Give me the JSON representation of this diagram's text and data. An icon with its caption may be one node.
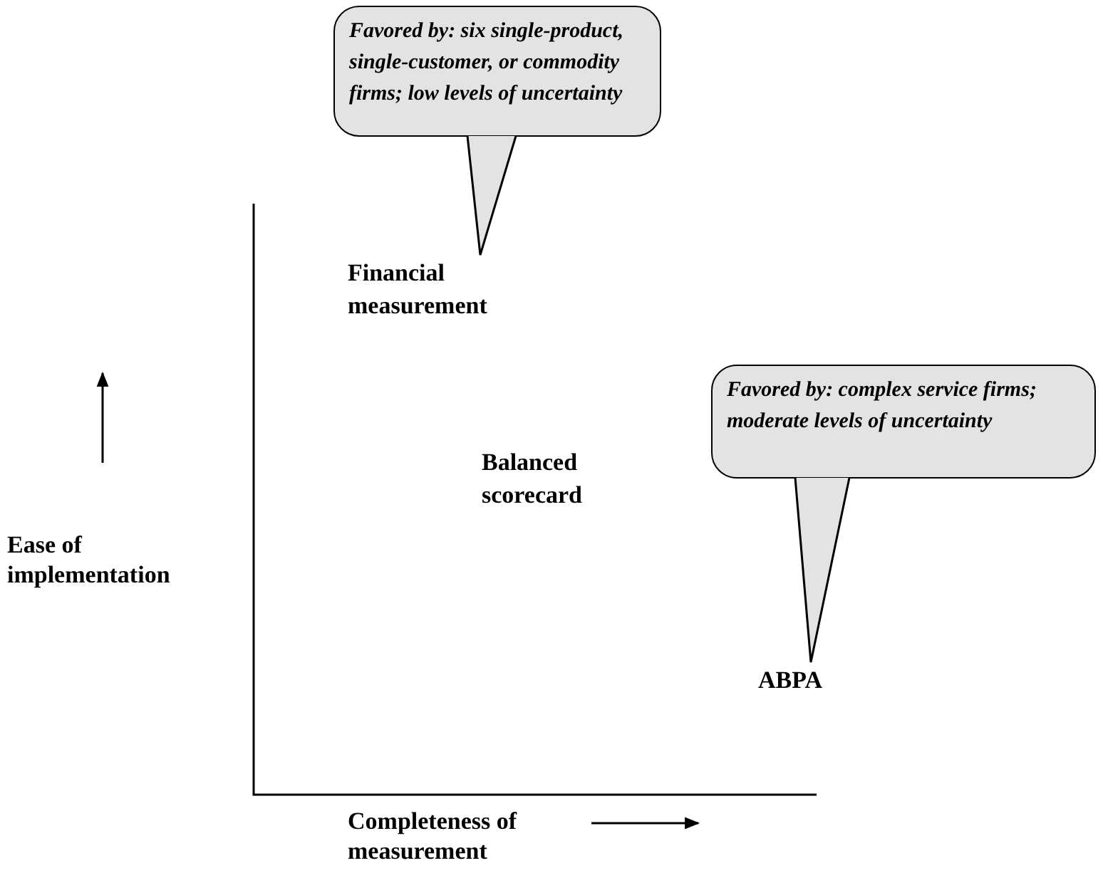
{
  "diagram": {
    "nodes": [
      {
        "text": [
          "Favored by: six single-product, single-customer, or commodity firms; low levels of uncertainty"
        ]
      },
      {
        "text": [
          "Financial measurement"
        ]
      },
      {
        "text": [
          "Favored by: complex service firms; moderate levels of uncertainty"
        ]
      },
      {
        "text": [
          "Balanced scorecard"
        ]
      },
      {
        "text": [
          "ABPA"
        ]
      }
    ],
    "edges": [
      {
        "from": 0,
        "to": 1,
        "arrow": "none"
      },
      {
        "from": 2,
        "to": 4,
        "arrow": "none"
      }
    ],
    "labels": [
      "Ease of implementation",
      "Completeness of measurement"
    ]
  }
}
